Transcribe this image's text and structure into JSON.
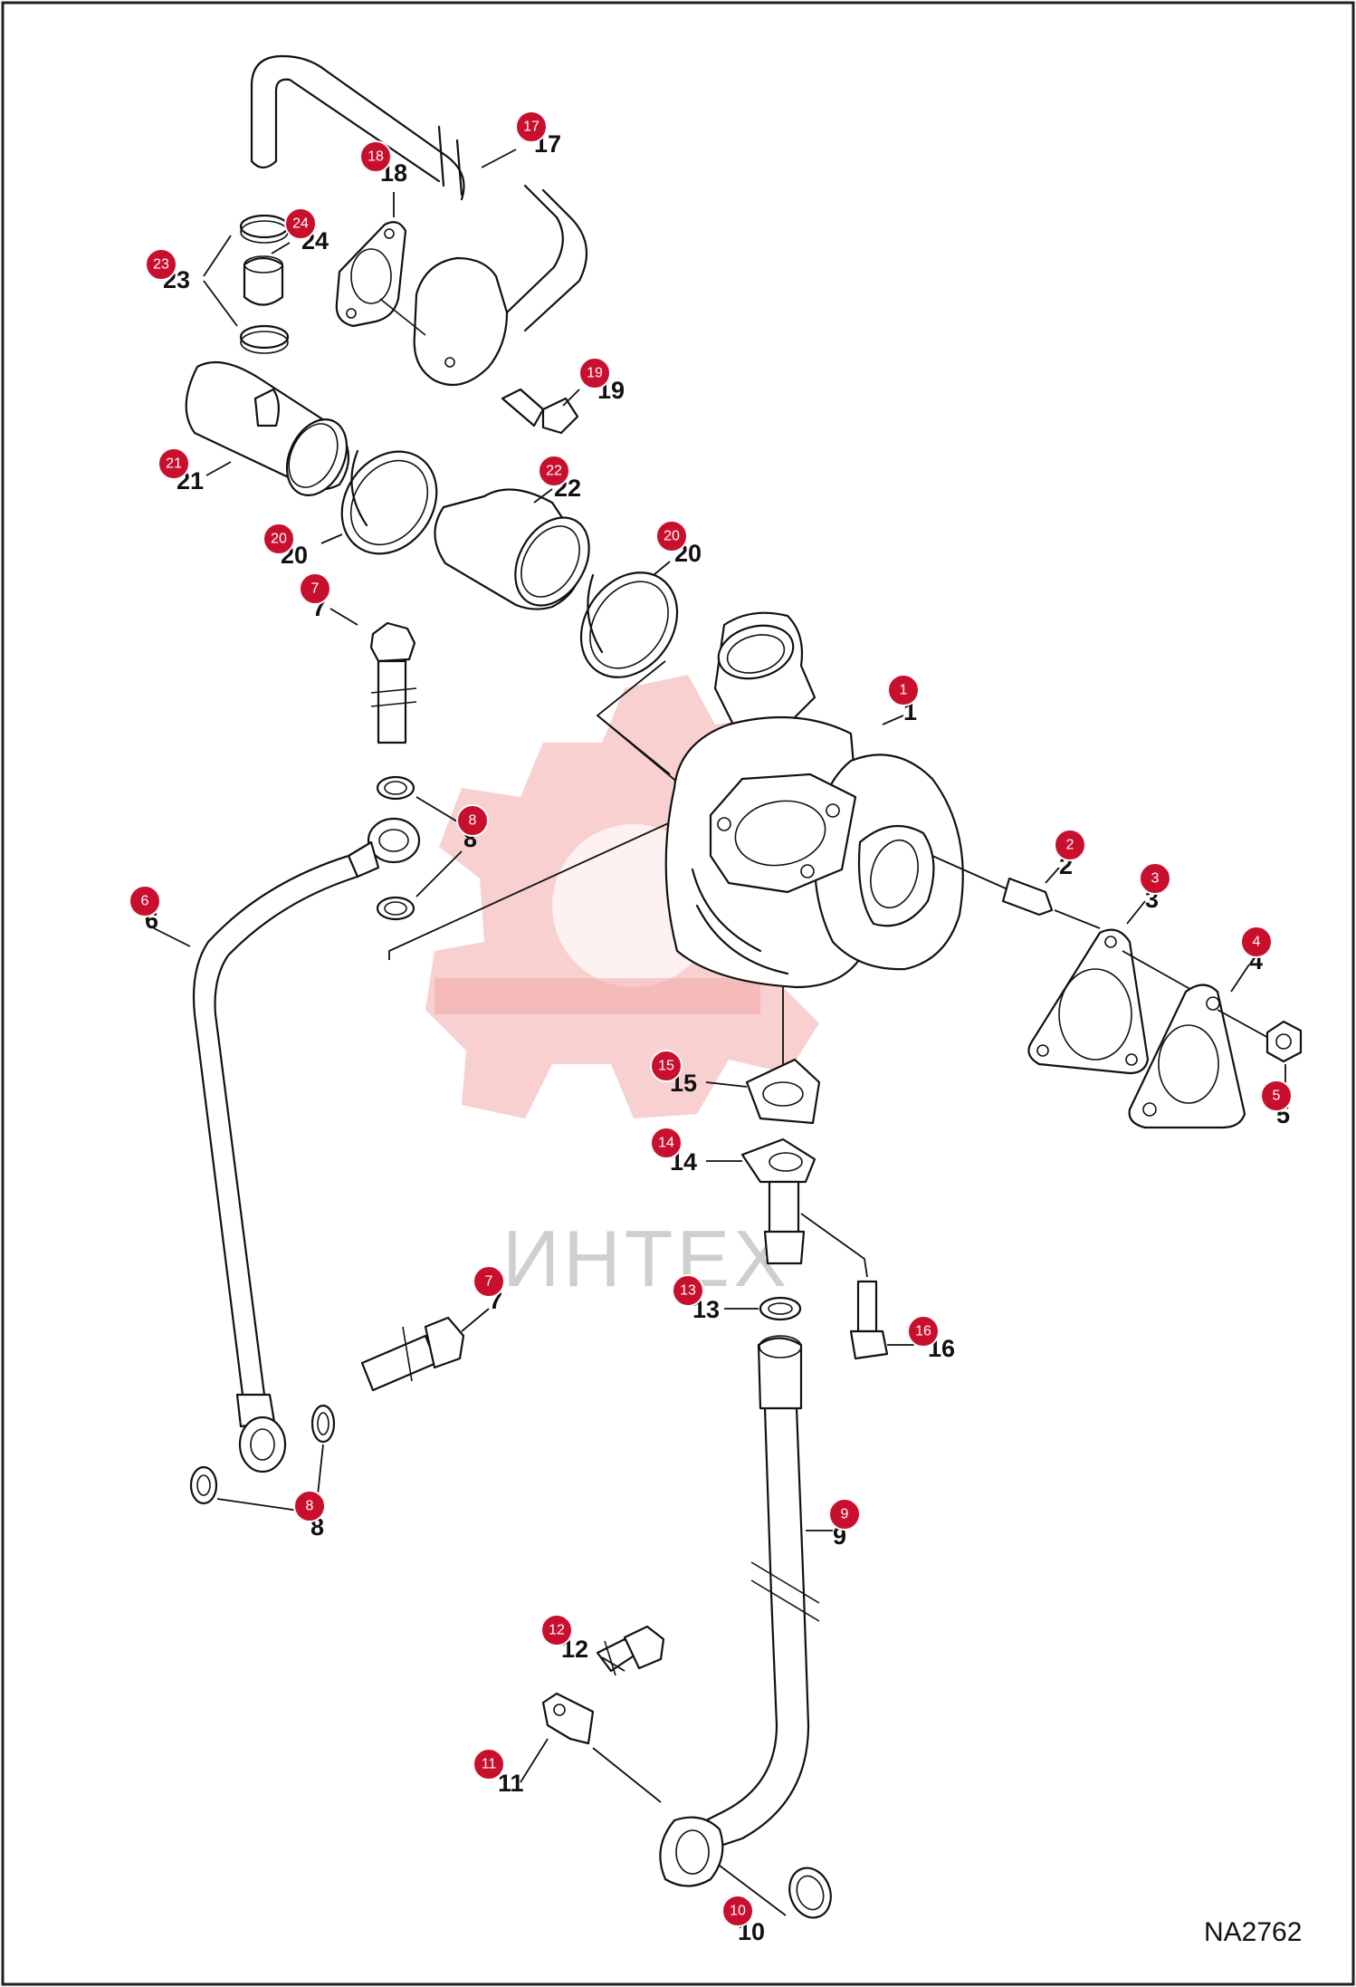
{
  "drawing_code": "NA2762",
  "watermark_text": "ИНТЕХ",
  "parts": [
    {
      "id": "1",
      "label": "1",
      "badge": "1"
    },
    {
      "id": "2",
      "label": "2",
      "badge": "2"
    },
    {
      "id": "3",
      "label": "3",
      "badge": "3"
    },
    {
      "id": "4",
      "label": "4",
      "badge": "4"
    },
    {
      "id": "5",
      "label": "5",
      "badge": "5"
    },
    {
      "id": "6",
      "label": "6",
      "badge": "6"
    },
    {
      "id": "7a",
      "label": "7",
      "badge": "7"
    },
    {
      "id": "7b",
      "label": "7",
      "badge": "7"
    },
    {
      "id": "8a",
      "label": "8",
      "badge": "8"
    },
    {
      "id": "8b",
      "label": "8",
      "badge": "8"
    },
    {
      "id": "9",
      "label": "9",
      "badge": "9"
    },
    {
      "id": "10",
      "label": "10",
      "badge": "10"
    },
    {
      "id": "11",
      "label": "11",
      "badge": "11"
    },
    {
      "id": "12",
      "label": "12",
      "badge": "12"
    },
    {
      "id": "13",
      "label": "13",
      "badge": "13"
    },
    {
      "id": "14",
      "label": "14",
      "badge": "14"
    },
    {
      "id": "15",
      "label": "15",
      "badge": "15"
    },
    {
      "id": "16",
      "label": "16",
      "badge": "16"
    },
    {
      "id": "17",
      "label": "17",
      "badge": "17"
    },
    {
      "id": "18",
      "label": "18",
      "badge": "18"
    },
    {
      "id": "19",
      "label": "19",
      "badge": "19"
    },
    {
      "id": "20a",
      "label": "20",
      "badge": "20"
    },
    {
      "id": "20b",
      "label": "20",
      "badge": "20"
    },
    {
      "id": "21",
      "label": "21",
      "badge": "21"
    },
    {
      "id": "22",
      "label": "22",
      "badge": "22"
    },
    {
      "id": "23",
      "label": "23",
      "badge": "23"
    },
    {
      "id": "24",
      "label": "24",
      "badge": "24"
    }
  ],
  "colors": {
    "badge": "#c8102e",
    "line": "#111111",
    "watermark": "#f3a9a9"
  }
}
